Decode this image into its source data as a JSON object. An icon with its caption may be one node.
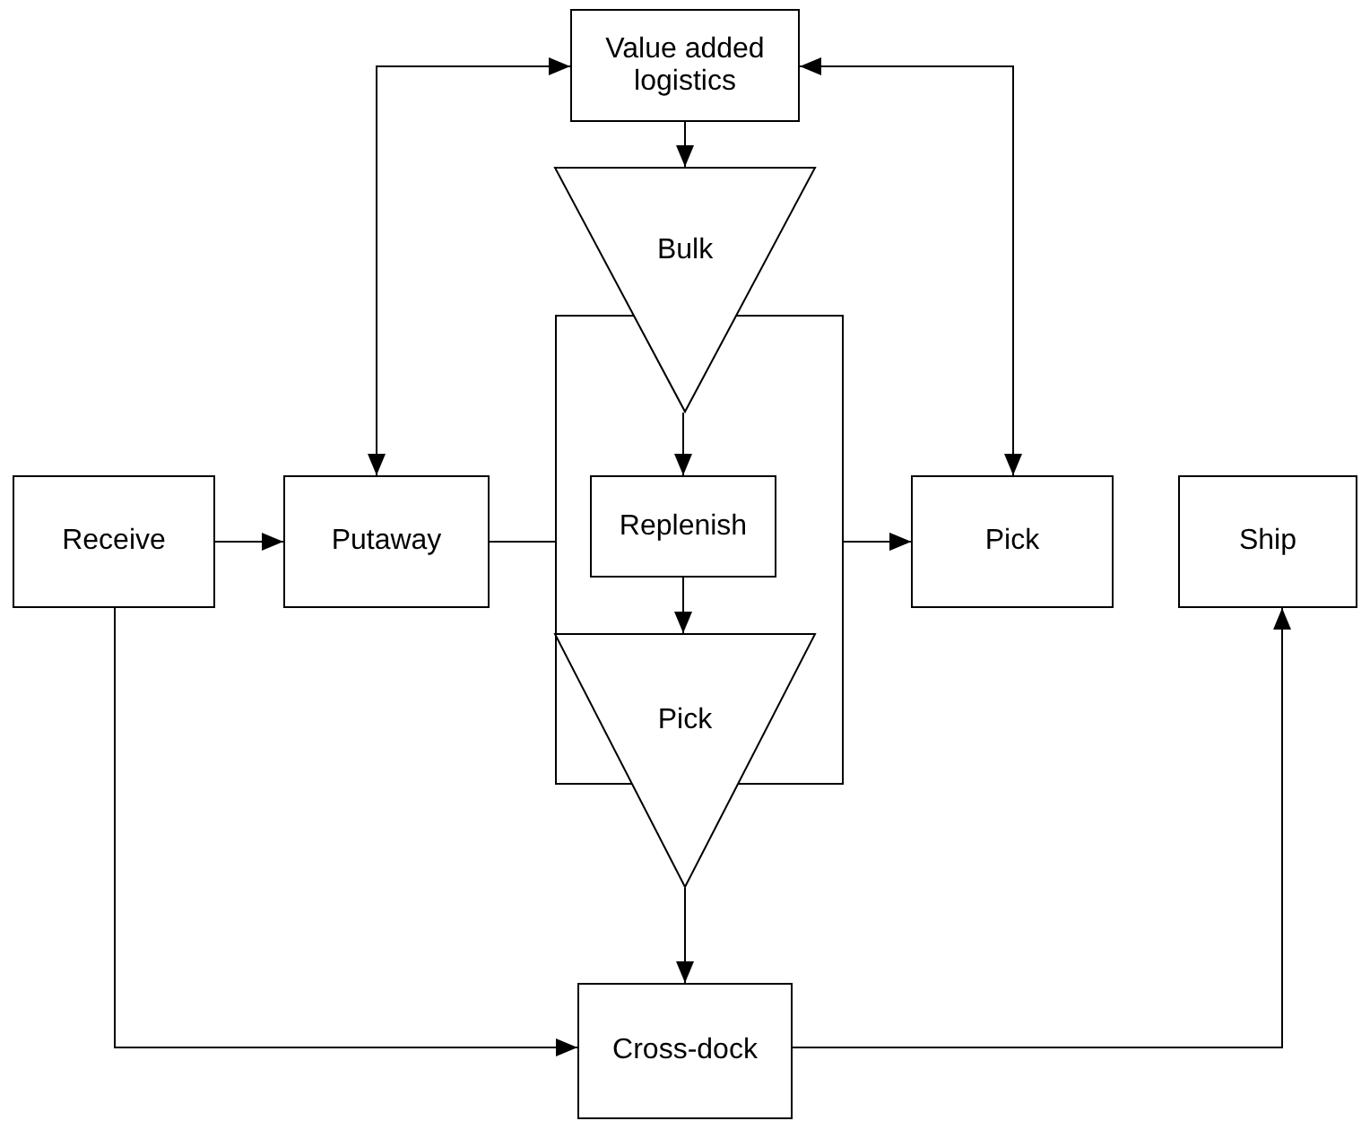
{
  "diagram": {
    "nodes": [
      {
        "text": [
          "Value added logistics"
        ]
      },
      {
        "text": [
          "Bulk"
        ]
      },
      {
        "text": [
          "Receive"
        ]
      },
      {
        "text": [
          "Putaway"
        ]
      },
      {
        "text": [
          "Replenish"
        ]
      },
      {
        "text": [
          "Pick"
        ]
      },
      {
        "text": [
          "Ship"
        ]
      },
      {
        "text": [
          "Pick"
        ]
      },
      {
        "text": [
          "Cross-dock"
        ]
      }
    ],
    "edges": [
      {
        "from": 2,
        "to": 3,
        "arrow": "to"
      },
      {
        "from": 3,
        "to": 1,
        "arrow": "to"
      },
      {
        "from": 3,
        "to": 7,
        "arrow": "to"
      },
      {
        "from": 1,
        "to": 5,
        "arrow": "to"
      },
      {
        "from": 7,
        "to": 5,
        "arrow": "to"
      },
      {
        "from": 0,
        "to": 1,
        "arrow": "to"
      },
      {
        "from": 1,
        "to": 4,
        "arrow": "to"
      },
      {
        "from": 4,
        "to": 7,
        "arrow": "to"
      },
      {
        "from": 7,
        "to": 8,
        "arrow": "to"
      },
      {
        "from": 0,
        "to": 3,
        "arrow": "both"
      },
      {
        "from": 0,
        "to": 5,
        "arrow": "both"
      },
      {
        "from": 2,
        "to": 8,
        "arrow": "to"
      },
      {
        "from": 8,
        "to": 6,
        "arrow": "to"
      }
    ]
  }
}
